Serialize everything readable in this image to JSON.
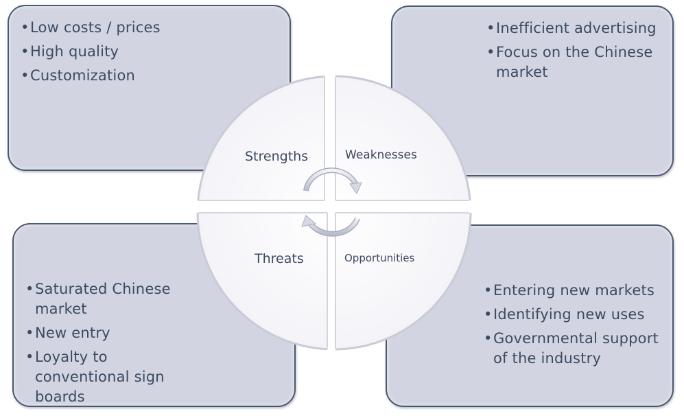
{
  "diagram": {
    "type": "SWOT",
    "quadrants": {
      "strengths": {
        "label": "Strengths",
        "items": [
          "Low costs / prices",
          "High quality",
          "Customization"
        ]
      },
      "weaknesses": {
        "label": "Weaknesses",
        "items": [
          "Inefficient advertising",
          "Focus on the Chinese market"
        ]
      },
      "threats": {
        "label": "Threats",
        "items": [
          "Saturated Chinese market",
          "New entry",
          "Loyalty to conventional sign boards"
        ]
      },
      "opportunities": {
        "label": "Opportunities",
        "items": [
          "Entering new markets",
          "Identifying new uses",
          "Governmental support of the industry"
        ]
      }
    },
    "colors": {
      "box_fill": "#d2d5e1",
      "box_border": "#4a5870",
      "text": "#3b4a60",
      "circle_fill": "#f2f2f8"
    },
    "center_icon": "cycle-arrows-icon"
  }
}
